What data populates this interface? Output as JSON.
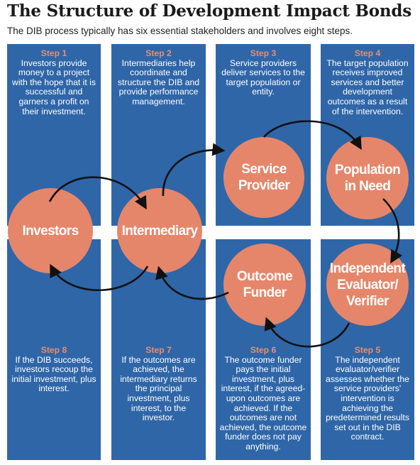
{
  "header": {
    "title": "The Structure of Development Impact Bonds",
    "subtitle": "The DIB process typically has six essential stakeholders and involves eight steps."
  },
  "steps": {
    "step1": {
      "label": "Step 1",
      "text": "Investors provide money to a project with the hope that it is successful and garners a profit on their investment."
    },
    "step2": {
      "label": "Step 2",
      "text": "Intermediaries help coordinate and structure the DIB and provide performance management."
    },
    "step3": {
      "label": "Step 3",
      "text": "Service providers deliver services to the target population or entity."
    },
    "step4": {
      "label": "Step 4",
      "text": "The target population receives improved services and better development outcomes as a result of the intervention."
    },
    "step5": {
      "label": "Step 5",
      "text": "The independent evaluator/verifier assesses whether the service providers' intervention is achieving the predetermined results set out in the DIB contract."
    },
    "step6": {
      "label": "Step 6",
      "text": "The outcome funder pays the initial investment, plus interest, if the agreed-upon outcomes are achieved. If the outcomes are not achieved, the outcome funder does not pay anything."
    },
    "step7": {
      "label": "Step 7",
      "text": "If the outcomes are achieved, the intermediary returns the principal investment, plus interest, to the investor."
    },
    "step8": {
      "label": "Step 8",
      "text": "If the DIB succeeds, investors recoup the initial investment, plus interest."
    }
  },
  "stakeholders": {
    "investors": "Investors",
    "intermediary": "Intermediary",
    "service_provider": "Service\nProvider",
    "population": "Population\nin Need",
    "evaluator": "Independent\nEvaluator/\nVerifier",
    "outcome_funder": "Outcome\nFunder"
  },
  "colors": {
    "panel": "#2f66a8",
    "circle": "#e5866a",
    "step_label": "#e88e6c",
    "arrow": "#111111"
  }
}
